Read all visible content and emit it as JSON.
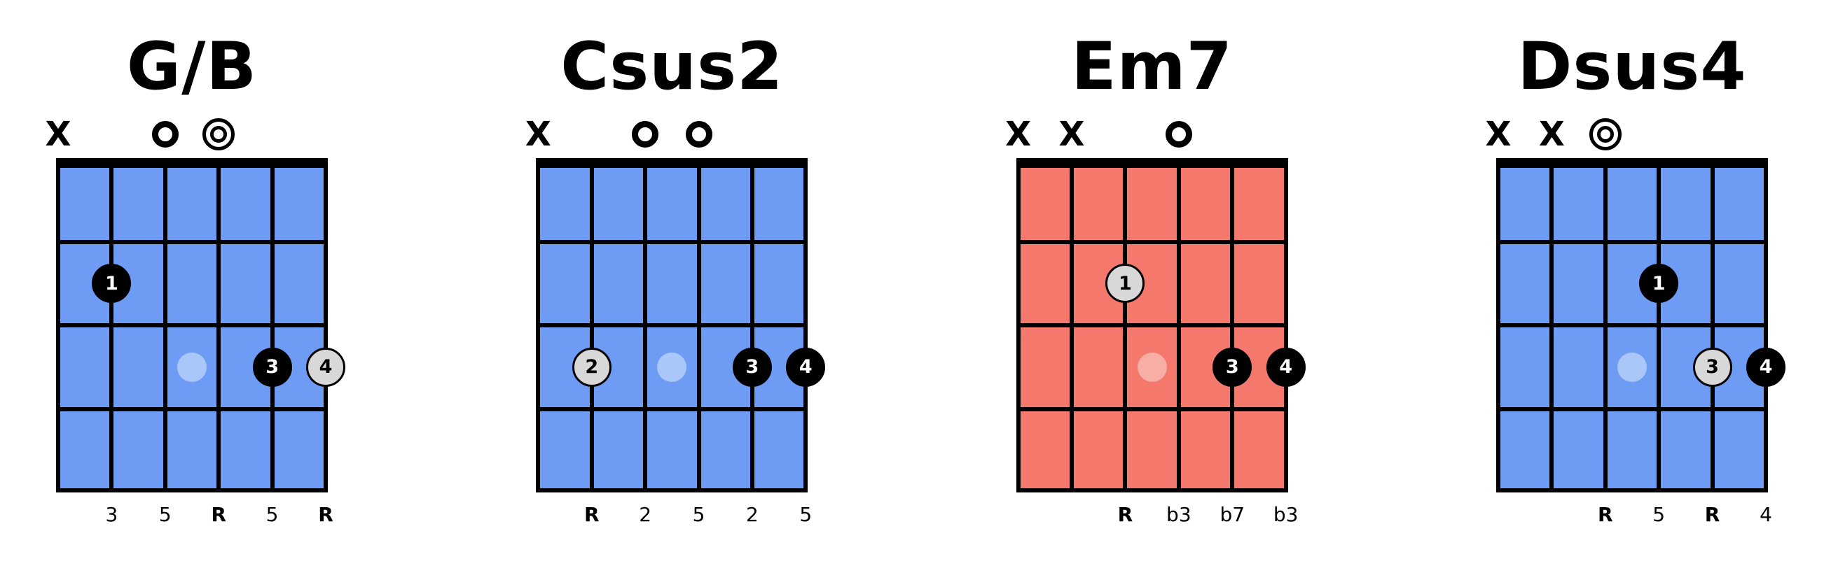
{
  "page": {
    "background": "#FFFFFF"
  },
  "board": {
    "strings": 6,
    "frets": 4
  },
  "themes": {
    "blue": {
      "board": "#6E9BF3",
      "inlay": "#A9C7F8"
    },
    "red": {
      "board": "#F4786C",
      "inlay": "#F8ADA6"
    }
  },
  "finger_styles": {
    "solid": {
      "fill": "#000000",
      "text": "#FFFFFF",
      "border": "#000000"
    },
    "root": {
      "fill": "#D8D8D8",
      "text": "#000000",
      "border": "#000000"
    }
  },
  "marker_glyphs": {
    "muted": "X",
    "open": "circle-outline-icon",
    "open_root": "double-circle-icon"
  },
  "chords": [
    {
      "name": "G/B",
      "theme": "blue",
      "top_markers": [
        {
          "string": 6,
          "type": "muted"
        },
        {
          "string": 4,
          "type": "open"
        },
        {
          "string": 3,
          "type": "open_root"
        }
      ],
      "fingers": [
        {
          "string": 5,
          "fret": 2,
          "finger": "1",
          "style": "solid"
        },
        {
          "string": 2,
          "fret": 3,
          "finger": "3",
          "style": "solid"
        },
        {
          "string": 1,
          "fret": 3,
          "finger": "4",
          "style": "root"
        }
      ],
      "inlay_fret": 3,
      "note_labels": [
        {
          "string": 5,
          "text": "3",
          "bold": false
        },
        {
          "string": 4,
          "text": "5",
          "bold": false
        },
        {
          "string": 3,
          "text": "R",
          "bold": true
        },
        {
          "string": 2,
          "text": "5",
          "bold": false
        },
        {
          "string": 1,
          "text": "R",
          "bold": true
        }
      ]
    },
    {
      "name": "Csus2",
      "theme": "blue",
      "top_markers": [
        {
          "string": 6,
          "type": "muted"
        },
        {
          "string": 4,
          "type": "open"
        },
        {
          "string": 3,
          "type": "open"
        }
      ],
      "fingers": [
        {
          "string": 5,
          "fret": 3,
          "finger": "2",
          "style": "root"
        },
        {
          "string": 2,
          "fret": 3,
          "finger": "3",
          "style": "solid"
        },
        {
          "string": 1,
          "fret": 3,
          "finger": "4",
          "style": "solid"
        }
      ],
      "inlay_fret": 3,
      "note_labels": [
        {
          "string": 5,
          "text": "R",
          "bold": true
        },
        {
          "string": 4,
          "text": "2",
          "bold": false
        },
        {
          "string": 3,
          "text": "5",
          "bold": false
        },
        {
          "string": 2,
          "text": "2",
          "bold": false
        },
        {
          "string": 1,
          "text": "5",
          "bold": false
        }
      ]
    },
    {
      "name": "Em7",
      "theme": "red",
      "top_markers": [
        {
          "string": 6,
          "type": "muted"
        },
        {
          "string": 5,
          "type": "muted"
        },
        {
          "string": 3,
          "type": "open"
        }
      ],
      "fingers": [
        {
          "string": 4,
          "fret": 2,
          "finger": "1",
          "style": "root"
        },
        {
          "string": 2,
          "fret": 3,
          "finger": "3",
          "style": "solid"
        },
        {
          "string": 1,
          "fret": 3,
          "finger": "4",
          "style": "solid"
        }
      ],
      "inlay_fret": 3,
      "note_labels": [
        {
          "string": 4,
          "text": "R",
          "bold": true
        },
        {
          "string": 3,
          "text": "b3",
          "bold": false
        },
        {
          "string": 2,
          "text": "b7",
          "bold": false
        },
        {
          "string": 1,
          "text": "b3",
          "bold": false
        }
      ]
    },
    {
      "name": "Dsus4",
      "theme": "blue",
      "top_markers": [
        {
          "string": 6,
          "type": "muted"
        },
        {
          "string": 5,
          "type": "muted"
        },
        {
          "string": 4,
          "type": "open_root"
        }
      ],
      "fingers": [
        {
          "string": 3,
          "fret": 2,
          "finger": "1",
          "style": "solid"
        },
        {
          "string": 2,
          "fret": 3,
          "finger": "3",
          "style": "root"
        },
        {
          "string": 1,
          "fret": 3,
          "finger": "4",
          "style": "solid"
        }
      ],
      "inlay_fret": 3,
      "note_labels": [
        {
          "string": 4,
          "text": "R",
          "bold": true
        },
        {
          "string": 3,
          "text": "5",
          "bold": false
        },
        {
          "string": 2,
          "text": "R",
          "bold": true
        },
        {
          "string": 1,
          "text": "4",
          "bold": false
        }
      ]
    }
  ]
}
